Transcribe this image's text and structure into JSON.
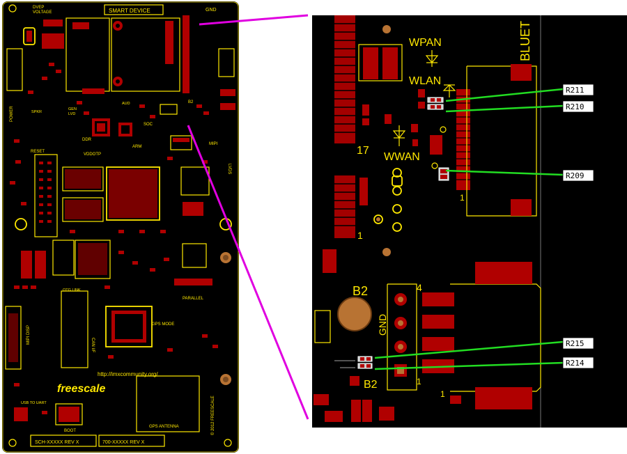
{
  "board": {
    "labels": {
      "smart_device": "SMART DEVICE",
      "gnd": "GND",
      "dvep": "DVEP",
      "voltage": "VOLTAGE",
      "power": "POWER",
      "spkr": "SPKR",
      "gen": "GEN",
      "lvd": "LVD",
      "aud": "AUD",
      "b2": "B2",
      "ddr": "DDR",
      "soc": "SOC",
      "arm": "ARM",
      "mipi": "MIPI",
      "lvds": "LVDS",
      "reset": "RESET",
      "vddotp": "VDDOTP",
      "parallel": "PARALLEL",
      "otg_link": "OTG LINK",
      "mipi_disp": "MIPI DISP",
      "can_if": "CAN I/F",
      "gps_mode": "GPS MODE",
      "url": "http://imxcommunity.org/",
      "freescale": "freescale",
      "copyright": "© 2012 FREESCALE",
      "usb_to_uart": "USB TO UART",
      "boot": "BOOT",
      "gps_antenna": "GPS ANTENNA",
      "sch_rev": "SCH-XXXXX REV X",
      "board_rev": "700-XXXXX REV X"
    }
  },
  "zoom": {
    "labels": {
      "wpan": "WPAN",
      "wlan": "WLAN",
      "wwan": "WWAN",
      "bluet": "BLUET",
      "pin17": "17",
      "pin1a": "1",
      "pin1b": "1",
      "b2": "B2",
      "gnd": "GND",
      "pin4": "4",
      "b2b": "B2",
      "pin1c": "1",
      "pin1d": "1"
    }
  },
  "callouts": [
    "R211",
    "R210",
    "R209",
    "R215",
    "R214"
  ],
  "colors": {
    "board": "#000000",
    "copper": "#b00000",
    "silkscreen": "#ffe800",
    "leader": "#e000e0",
    "pointer": "#22dd22"
  }
}
